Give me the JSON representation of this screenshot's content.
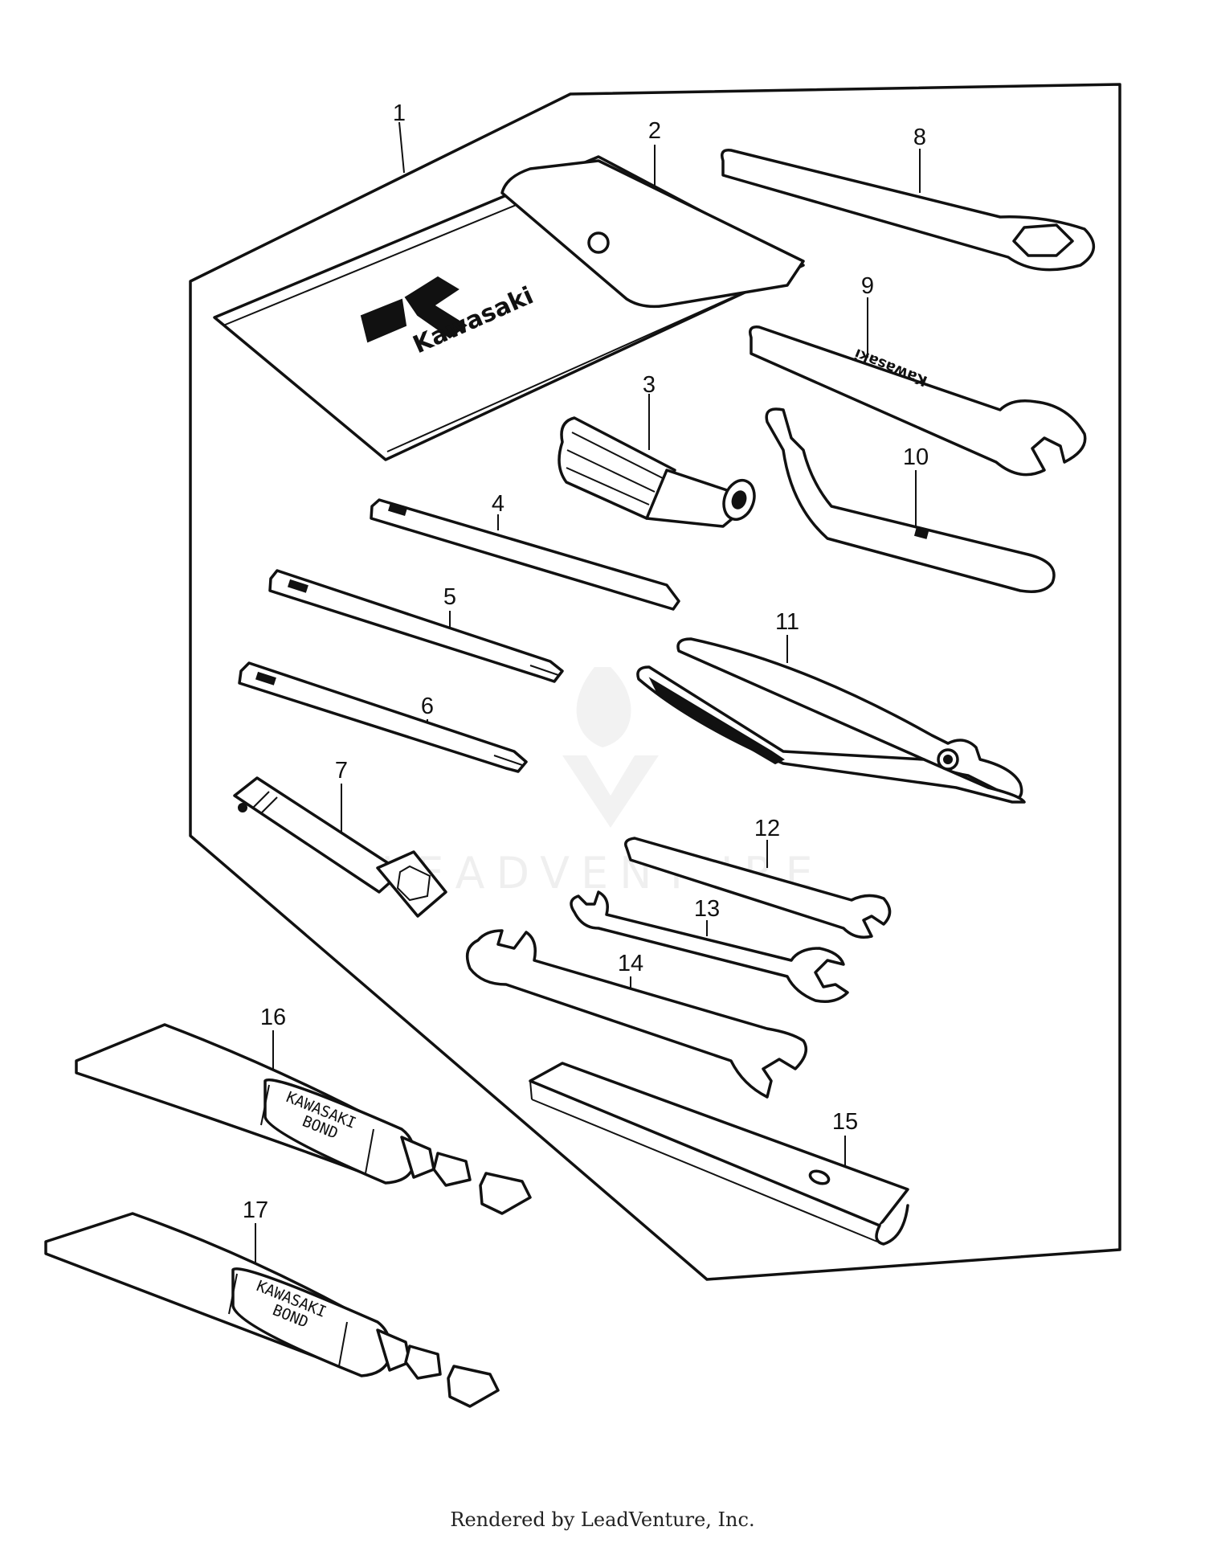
{
  "callouts": [
    "1",
    "2",
    "3",
    "4",
    "5",
    "6",
    "7",
    "8",
    "9",
    "10",
    "11",
    "12",
    "13",
    "14",
    "15",
    "16",
    "17"
  ],
  "tool_pouch": {
    "brand_text": "Kawasaki"
  },
  "wrench_9": {
    "brand_text": "Kawasaki"
  },
  "bond_tube_16": {
    "label_line1": "KAWASAKI",
    "label_line2": "BOND"
  },
  "bond_tube_17": {
    "label_line1": "KAWASAKI",
    "label_line2": "BOND"
  },
  "watermark": {
    "text": "LEADVENTURE"
  },
  "footer": {
    "text": "Rendered by LeadVenture, Inc."
  },
  "colors": {
    "line": "#111111",
    "background": "#ffffff"
  }
}
